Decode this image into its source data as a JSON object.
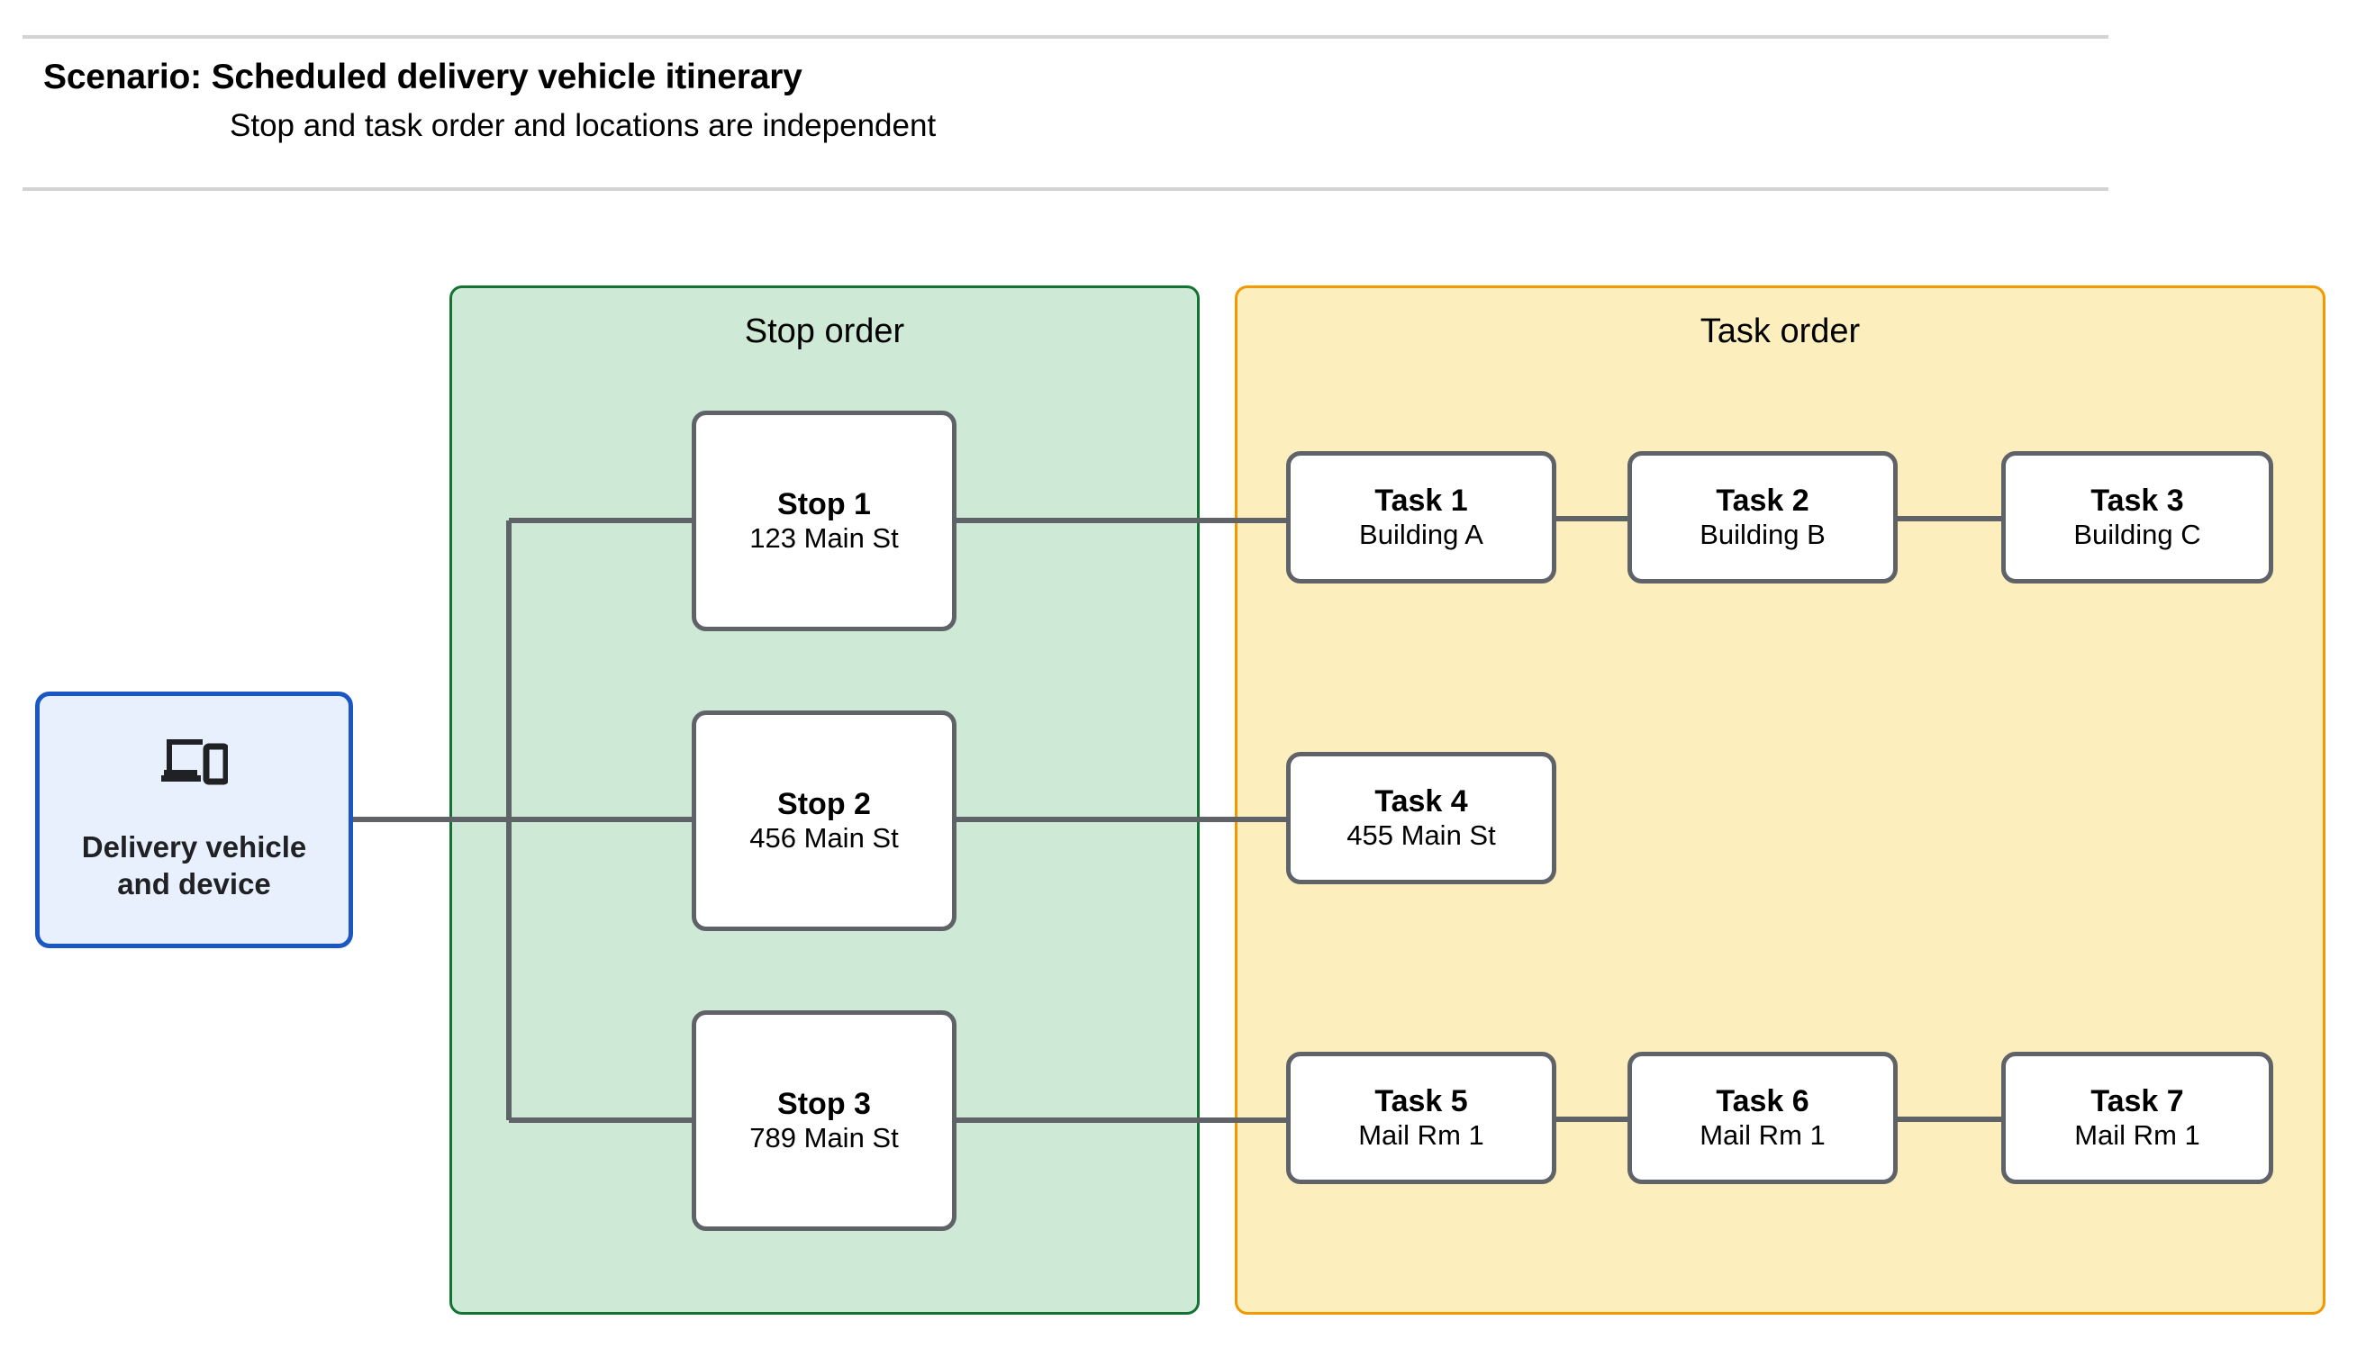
{
  "header": {
    "title": "Scenario: Scheduled delivery vehicle itinerary",
    "subtitle": "Stop and task order and locations are independent"
  },
  "device": {
    "icon": "devices-icon",
    "label": "Delivery vehicle and device",
    "label_line1": "Delivery vehicle",
    "label_line2": "and device",
    "fill": "#e8f0fe",
    "border": "#1a56c4"
  },
  "panels": {
    "stop_order": {
      "title": "Stop order",
      "fill": "#ceead6",
      "border": "#137333"
    },
    "task_order": {
      "title": "Task order",
      "fill": "#fdefbd",
      "border": "#f29900"
    }
  },
  "stops": [
    {
      "title": "Stop 1",
      "address": "123 Main St"
    },
    {
      "title": "Stop 2",
      "address": "456 Main St"
    },
    {
      "title": "Stop 3",
      "address": "789 Main St"
    }
  ],
  "tasks": [
    {
      "title": "Task 1",
      "location": "Building A"
    },
    {
      "title": "Task 2",
      "location": "Building B"
    },
    {
      "title": "Task 3",
      "location": "Building C"
    },
    {
      "title": "Task 4",
      "location": "455 Main St"
    },
    {
      "title": "Task 5",
      "location": "Mail Rm 1"
    },
    {
      "title": "Task 6",
      "location": "Mail Rm 1"
    },
    {
      "title": "Task 7",
      "location": "Mail Rm 1"
    }
  ],
  "colors": {
    "node_border": "#5f6368",
    "node_fill": "#ffffff",
    "connector": "#5f6368",
    "rule": "#d3d3d3",
    "text": "#000000"
  }
}
